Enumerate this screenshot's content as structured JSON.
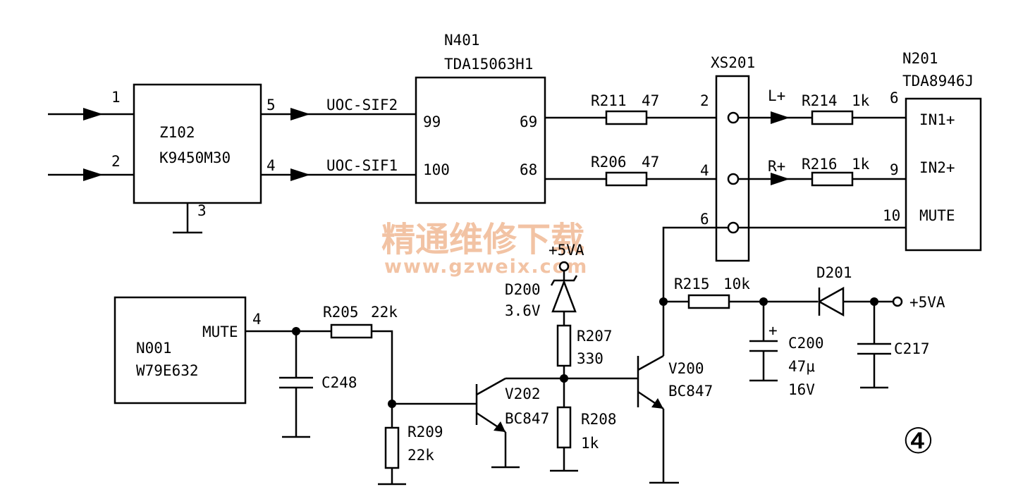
{
  "watermark": {
    "chinese": "精通维修下载",
    "url": "www.gzweix.com"
  },
  "figure_number": "④",
  "components": {
    "z102": {
      "ref": "Z102",
      "part": "K9450M30",
      "pin1": "1",
      "pin2": "2",
      "pin3": "3",
      "pin4": "4",
      "pin5": "5"
    },
    "n401": {
      "ref": "N401",
      "part": "TDA15063H1",
      "pin99": "99",
      "pin100": "100",
      "pin69": "69",
      "pin68": "68"
    },
    "nets": {
      "sif2": "UOC-SIF2",
      "sif1": "UOC-SIF1",
      "l_plus": "L+",
      "r_plus": "R+"
    },
    "r211": {
      "ref": "R211",
      "value": "47"
    },
    "r206": {
      "ref": "R206",
      "value": "47"
    },
    "xs201": {
      "ref": "XS201",
      "pin2": "2",
      "pin4": "4",
      "pin6": "6"
    },
    "r214": {
      "ref": "R214",
      "value": "1k"
    },
    "r216": {
      "ref": "R216",
      "value": "1k"
    },
    "n201": {
      "ref": "N201",
      "part": "TDA8946J",
      "pin6": "6",
      "pin9": "9",
      "pin10": "10",
      "in1": "IN1+",
      "in2": "IN2+",
      "mute": "MUTE"
    },
    "n001": {
      "ref": "N001",
      "part": "W79E632",
      "mute": "MUTE",
      "pin4": "4"
    },
    "r205": {
      "ref": "R205",
      "value": "22k"
    },
    "c248": {
      "ref": "C248"
    },
    "r209": {
      "ref": "R209",
      "value": "22k"
    },
    "v202": {
      "ref": "V202",
      "part": "BC847"
    },
    "d200": {
      "ref": "D200",
      "value": "3.6V",
      "supply": "+5VA"
    },
    "r207": {
      "ref": "R207",
      "value": "330"
    },
    "r208": {
      "ref": "R208",
      "value": "1k"
    },
    "v200": {
      "ref": "V200",
      "part": "BC847"
    },
    "r215": {
      "ref": "R215",
      "value": "10k"
    },
    "d201": {
      "ref": "D201"
    },
    "c200": {
      "ref": "C200",
      "value": "47μ",
      "voltage": "16V",
      "polarity": "+"
    },
    "c217": {
      "ref": "C217"
    },
    "supply_out": {
      "label": "+5VA"
    }
  }
}
